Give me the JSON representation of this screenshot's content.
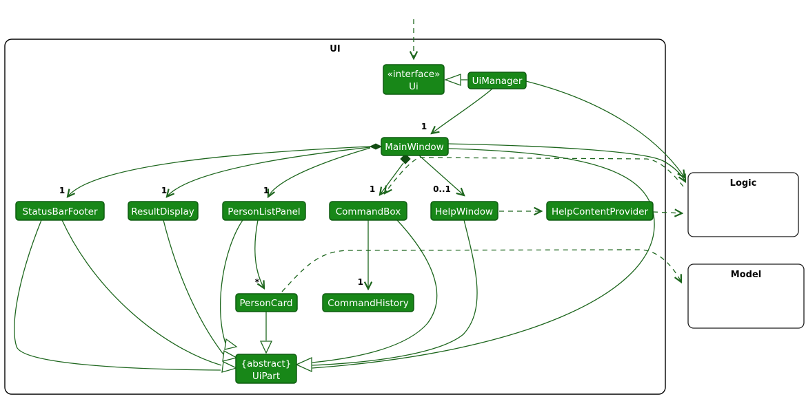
{
  "diagram": {
    "frame_label": "UI",
    "colors": {
      "class_fill": "#188718",
      "class_border": "#0e5c10",
      "class_text": "#ffffff",
      "edge_color": "#1d661d",
      "label_text": "#000000",
      "frame_border": "#000000",
      "package_fill": "#ffffff"
    }
  },
  "classes": {
    "ui": {
      "stereotype": "«interface»",
      "name": "Ui"
    },
    "ui_manager": "UiManager",
    "main_window": "MainWindow",
    "status_bar_footer": "StatusBarFooter",
    "result_display": "ResultDisplay",
    "person_list_panel": "PersonListPanel",
    "command_box": "CommandBox",
    "help_window": "HelpWindow",
    "help_content_provider": "HelpContentProvider",
    "person_card": "PersonCard",
    "command_history": "CommandHistory",
    "ui_part": {
      "modifier": "{abstract}",
      "name": "UiPart"
    }
  },
  "packages": {
    "logic": "Logic",
    "model": "Model"
  },
  "multiplicities": {
    "main_window": "1",
    "status_bar_footer": "1",
    "result_display": "1",
    "person_list_panel": "1",
    "command_box": "1",
    "help_window": "0..1",
    "person_card": "*",
    "command_history": "1"
  }
}
